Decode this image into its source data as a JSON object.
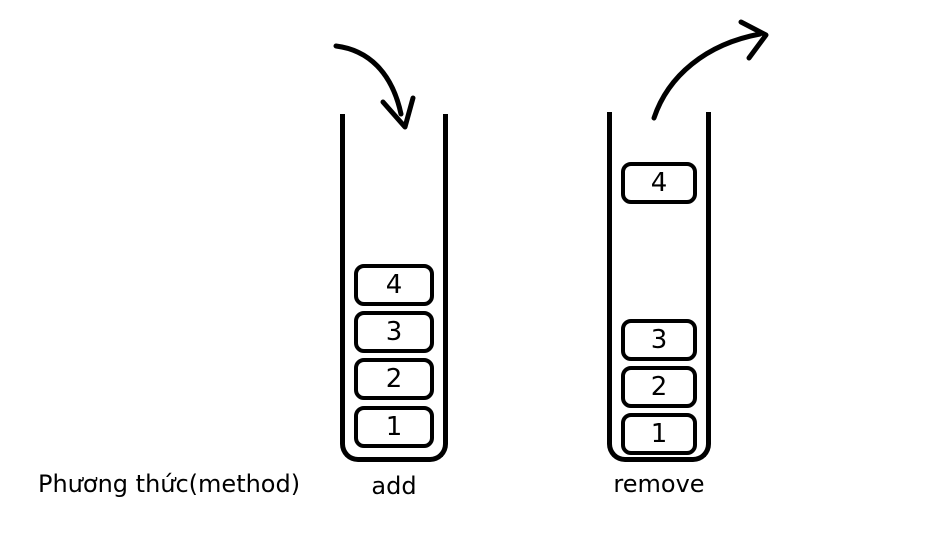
{
  "diagram": {
    "caption": "Phương thức(method)",
    "colors": {
      "stroke": "#000000",
      "background": "#ffffff"
    },
    "stacks": [
      {
        "name": "add-stack",
        "label": "add",
        "items": [
          "4",
          "3",
          "2",
          "1"
        ]
      },
      {
        "name": "remove-stack",
        "label": "remove",
        "popped_item": "4",
        "items": [
          "3",
          "2",
          "1"
        ]
      }
    ]
  }
}
